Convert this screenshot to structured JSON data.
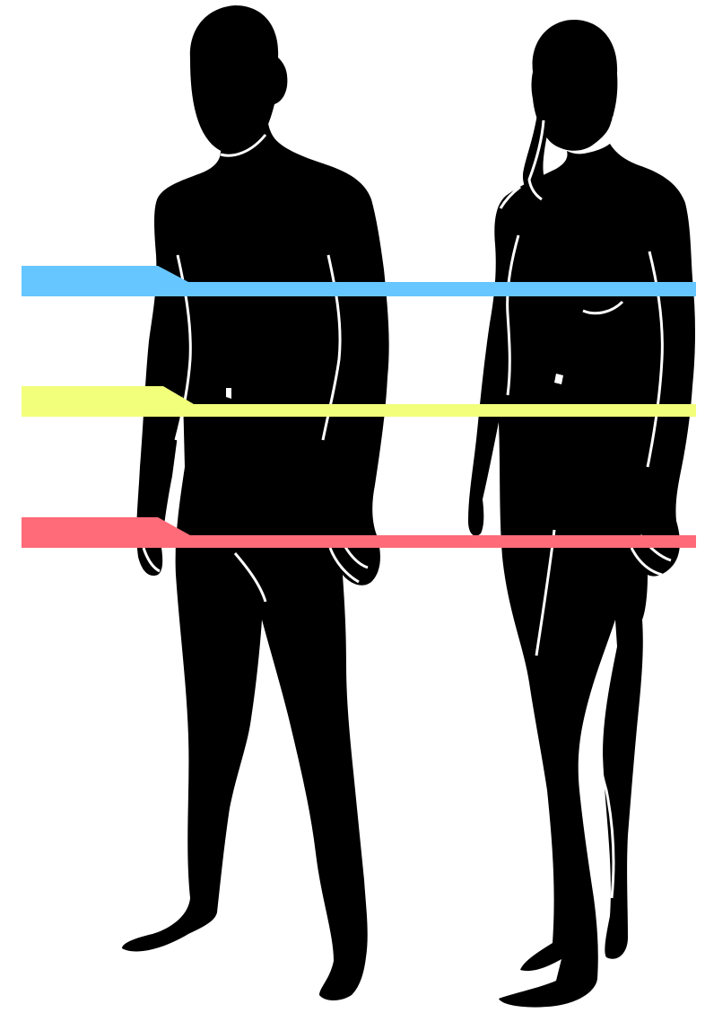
{
  "figure": {
    "background_color": "#ffffff",
    "silhouette_color": "#000000",
    "highlight_color": "#ffffff",
    "figures": [
      {
        "id": "male",
        "kind": "male-silhouette"
      },
      {
        "id": "female",
        "kind": "female-silhouette"
      }
    ],
    "measurement_bands": [
      {
        "id": "chest",
        "color": "#66c6ff"
      },
      {
        "id": "waist",
        "color": "#f2ff7a"
      },
      {
        "id": "hips",
        "color": "#ff6b78"
      }
    ]
  }
}
